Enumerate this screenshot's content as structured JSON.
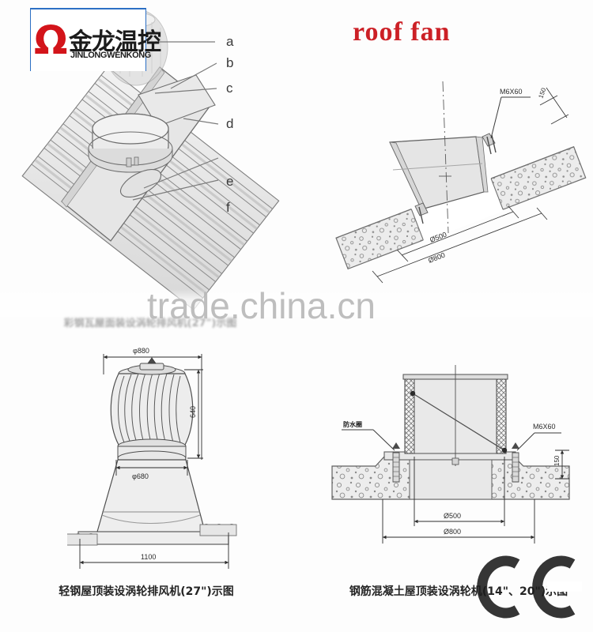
{
  "page": {
    "title": "roof fan",
    "background": "#ffffff"
  },
  "logo": {
    "name": "JINLONGWENKONG",
    "chinese": "金龙温控",
    "english": "JINLONGWENKONG",
    "mark_glyph": "Ω",
    "mark_color": "#d3141a",
    "border_color": "#2c6fc4"
  },
  "header": {
    "red_title": "roof fan",
    "red_title_color": "#cc2026"
  },
  "watermark": {
    "text": "trade.china.cn",
    "color": "#b9b9b9"
  },
  "figure_top_left": {
    "name": "isometric-roof-fan-installation",
    "callouts": [
      "a",
      "b",
      "c",
      "d",
      "e",
      "f"
    ],
    "caption": "彩钢瓦屋面装设涡轮排风机(27\")示图"
  },
  "figure_top_right": {
    "name": "sloped-concrete-roof-section",
    "labels": {
      "bolt": "M6X60",
      "inner_diameter": "Ø500",
      "outer_diameter": "Ø800",
      "height": "150"
    }
  },
  "figure_bottom_left": {
    "name": "turbine-ventilator-elevation",
    "dimensions": {
      "top_diameter": "φ880",
      "body_height": "640",
      "neck_diameter": "φ680",
      "base_width": "1100"
    },
    "caption": "轻钢屋顶装设涡轮排风机(27\")示图"
  },
  "figure_bottom_right": {
    "name": "concrete-roof-mounting-section",
    "labels": {
      "waterproof_ring": "防水圈",
      "bolt": "M6X60",
      "inner_diameter": "Ø500",
      "outer_diameter": "Ø800",
      "height": "150"
    },
    "caption": "钢筋混凝土屋顶装设涡轮机(14\"、20\")示图"
  },
  "badges": {
    "ce": "CE"
  }
}
